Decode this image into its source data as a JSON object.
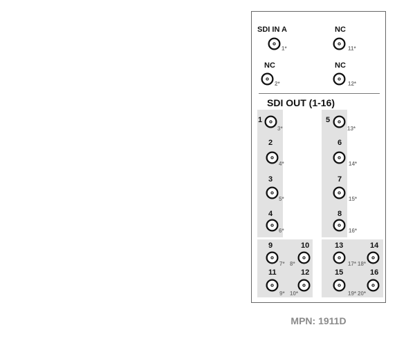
{
  "inputs": {
    "sdi_in_a": {
      "label": "SDI IN A",
      "sub": "1*"
    },
    "nc_11": {
      "label": "NC",
      "sub": "11*"
    },
    "nc_2": {
      "label": "NC",
      "sub": "2*"
    },
    "nc_12": {
      "label": "NC",
      "sub": "12*"
    }
  },
  "outputs": {
    "title": "SDI OUT (1-16)",
    "ports": [
      {
        "num": "1",
        "sub": "3*"
      },
      {
        "num": "2",
        "sub": "4*"
      },
      {
        "num": "3",
        "sub": "5*"
      },
      {
        "num": "4",
        "sub": "6*"
      },
      {
        "num": "5",
        "sub": "13*"
      },
      {
        "num": "6",
        "sub": "14*"
      },
      {
        "num": "7",
        "sub": "15*"
      },
      {
        "num": "8",
        "sub": "16*"
      },
      {
        "num": "9",
        "sub": "7*"
      },
      {
        "num": "10",
        "sub": "8*"
      },
      {
        "num": "11",
        "sub": "9*"
      },
      {
        "num": "12",
        "sub": "10*"
      },
      {
        "num": "13",
        "sub": "17*"
      },
      {
        "num": "14",
        "sub": "18*"
      },
      {
        "num": "15",
        "sub": "19*"
      },
      {
        "num": "16",
        "sub": "20*"
      }
    ]
  },
  "mpn": "MPN: 1911D",
  "colors": {
    "shade": "#e2e2e2",
    "sub_text": "#7a7a7a",
    "mpn_text": "#8a8a8a",
    "connector": "#111111"
  },
  "icons": {
    "connector": "bnc-connector-icon"
  }
}
